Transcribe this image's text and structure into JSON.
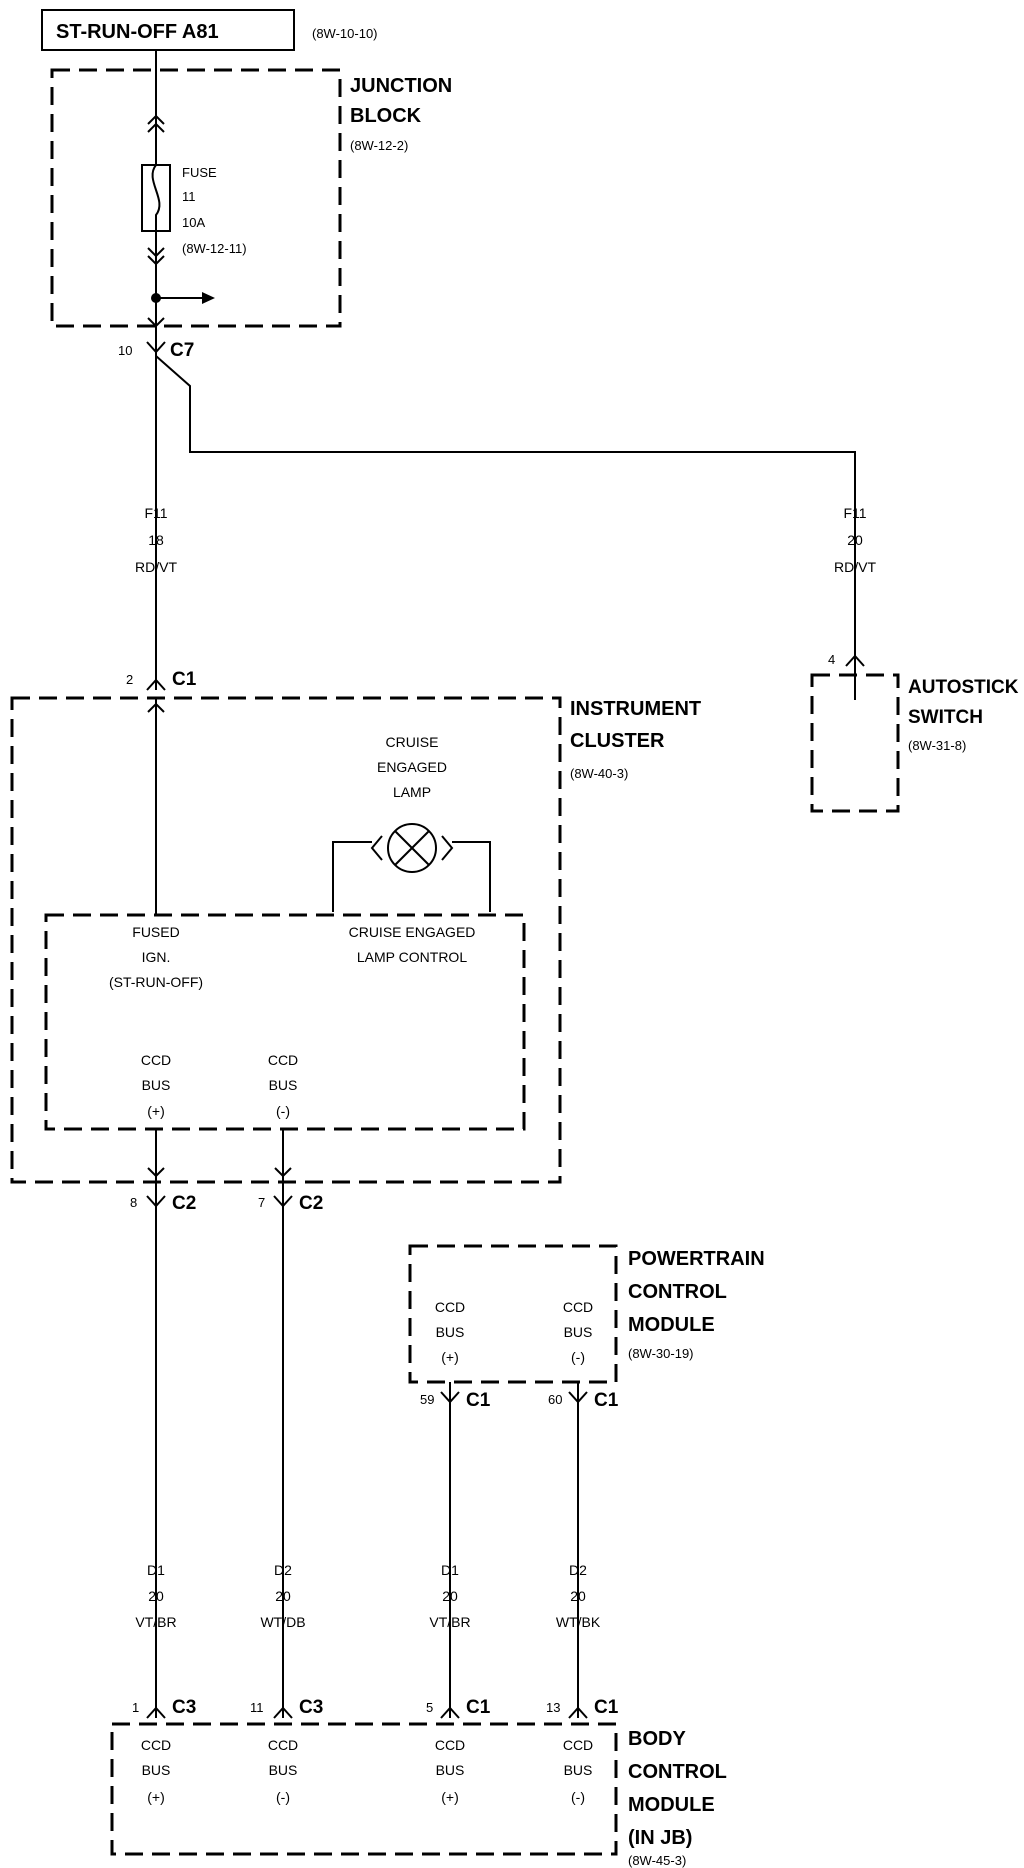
{
  "header": {
    "title": "ST-RUN-OFF A81",
    "ref": "(8W-10-10)"
  },
  "junction_block": {
    "name_line1": "JUNCTION",
    "name_line2": "BLOCK",
    "ref": "(8W-12-2)"
  },
  "fuse": {
    "line1": "FUSE",
    "line2": "11",
    "line3": "10A",
    "line4": "(8W-12-11)"
  },
  "connectors": {
    "c7": {
      "pin": "10",
      "name": "C7"
    },
    "ic_c1": {
      "pin": "2",
      "name": "C1"
    },
    "ic_c2a": {
      "pin": "8",
      "name": "C2"
    },
    "ic_c2b": {
      "pin": "7",
      "name": "C2"
    },
    "pcm_c1a": {
      "pin": "59",
      "name": "C1"
    },
    "pcm_c1b": {
      "pin": "60",
      "name": "C1"
    },
    "bcm_c3a": {
      "pin": "1",
      "name": "C3"
    },
    "bcm_c3b": {
      "pin": "11",
      "name": "C3"
    },
    "bcm_c1a": {
      "pin": "5",
      "name": "C1"
    },
    "bcm_c1b": {
      "pin": "13",
      "name": "C1"
    },
    "autostick": {
      "pin": "4"
    }
  },
  "wires": {
    "f11_main": {
      "circuit": "F11",
      "gauge": "18",
      "color": "RD/VT"
    },
    "f11_branch": {
      "circuit": "F11",
      "gauge": "20",
      "color": "RD/VT"
    },
    "d1_ic": {
      "circuit": "D1",
      "gauge": "20",
      "color": "VT/BR"
    },
    "d2_ic": {
      "circuit": "D2",
      "gauge": "20",
      "color": "WT/DB"
    },
    "d1_pcm": {
      "circuit": "D1",
      "gauge": "20",
      "color": "VT/BR"
    },
    "d2_pcm": {
      "circuit": "D2",
      "gauge": "20",
      "color": "WT/BK"
    }
  },
  "autostick_switch": {
    "name_line1": "AUTOSTICK",
    "name_line2": "SWITCH",
    "ref": "(8W-31-8)"
  },
  "instrument_cluster": {
    "name_line1": "INSTRUMENT",
    "name_line2": "CLUSTER",
    "ref": "(8W-40-3)",
    "lamp_line1": "CRUISE",
    "lamp_line2": "ENGAGED",
    "lamp_line3": "LAMP",
    "fused_line1": "FUSED",
    "fused_line2": "IGN.",
    "fused_line3": "(ST-RUN-OFF)",
    "lamp_ctrl_line1": "CRUISE ENGAGED",
    "lamp_ctrl_line2": "LAMP CONTROL",
    "ccd_pos": {
      "l1": "CCD",
      "l2": "BUS",
      "l3": "(+)"
    },
    "ccd_neg": {
      "l1": "CCD",
      "l2": "BUS",
      "l3": "(-)"
    }
  },
  "pcm": {
    "name_line1": "POWERTRAIN",
    "name_line2": "CONTROL",
    "name_line3": "MODULE",
    "ref": "(8W-30-19)",
    "ccd_pos": {
      "l1": "CCD",
      "l2": "BUS",
      "l3": "(+)"
    },
    "ccd_neg": {
      "l1": "CCD",
      "l2": "BUS",
      "l3": "(-)"
    }
  },
  "bcm": {
    "name_line1": "BODY",
    "name_line2": "CONTROL",
    "name_line3": "MODULE",
    "name_line4": "(IN JB)",
    "ref": "(8W-45-3)",
    "t1": {
      "l1": "CCD",
      "l2": "BUS",
      "l3": "(+)"
    },
    "t2": {
      "l1": "CCD",
      "l2": "BUS",
      "l3": "(-)"
    },
    "t3": {
      "l1": "CCD",
      "l2": "BUS",
      "l3": "(+)"
    },
    "t4": {
      "l1": "CCD",
      "l2": "BUS",
      "l3": "(-)"
    }
  }
}
